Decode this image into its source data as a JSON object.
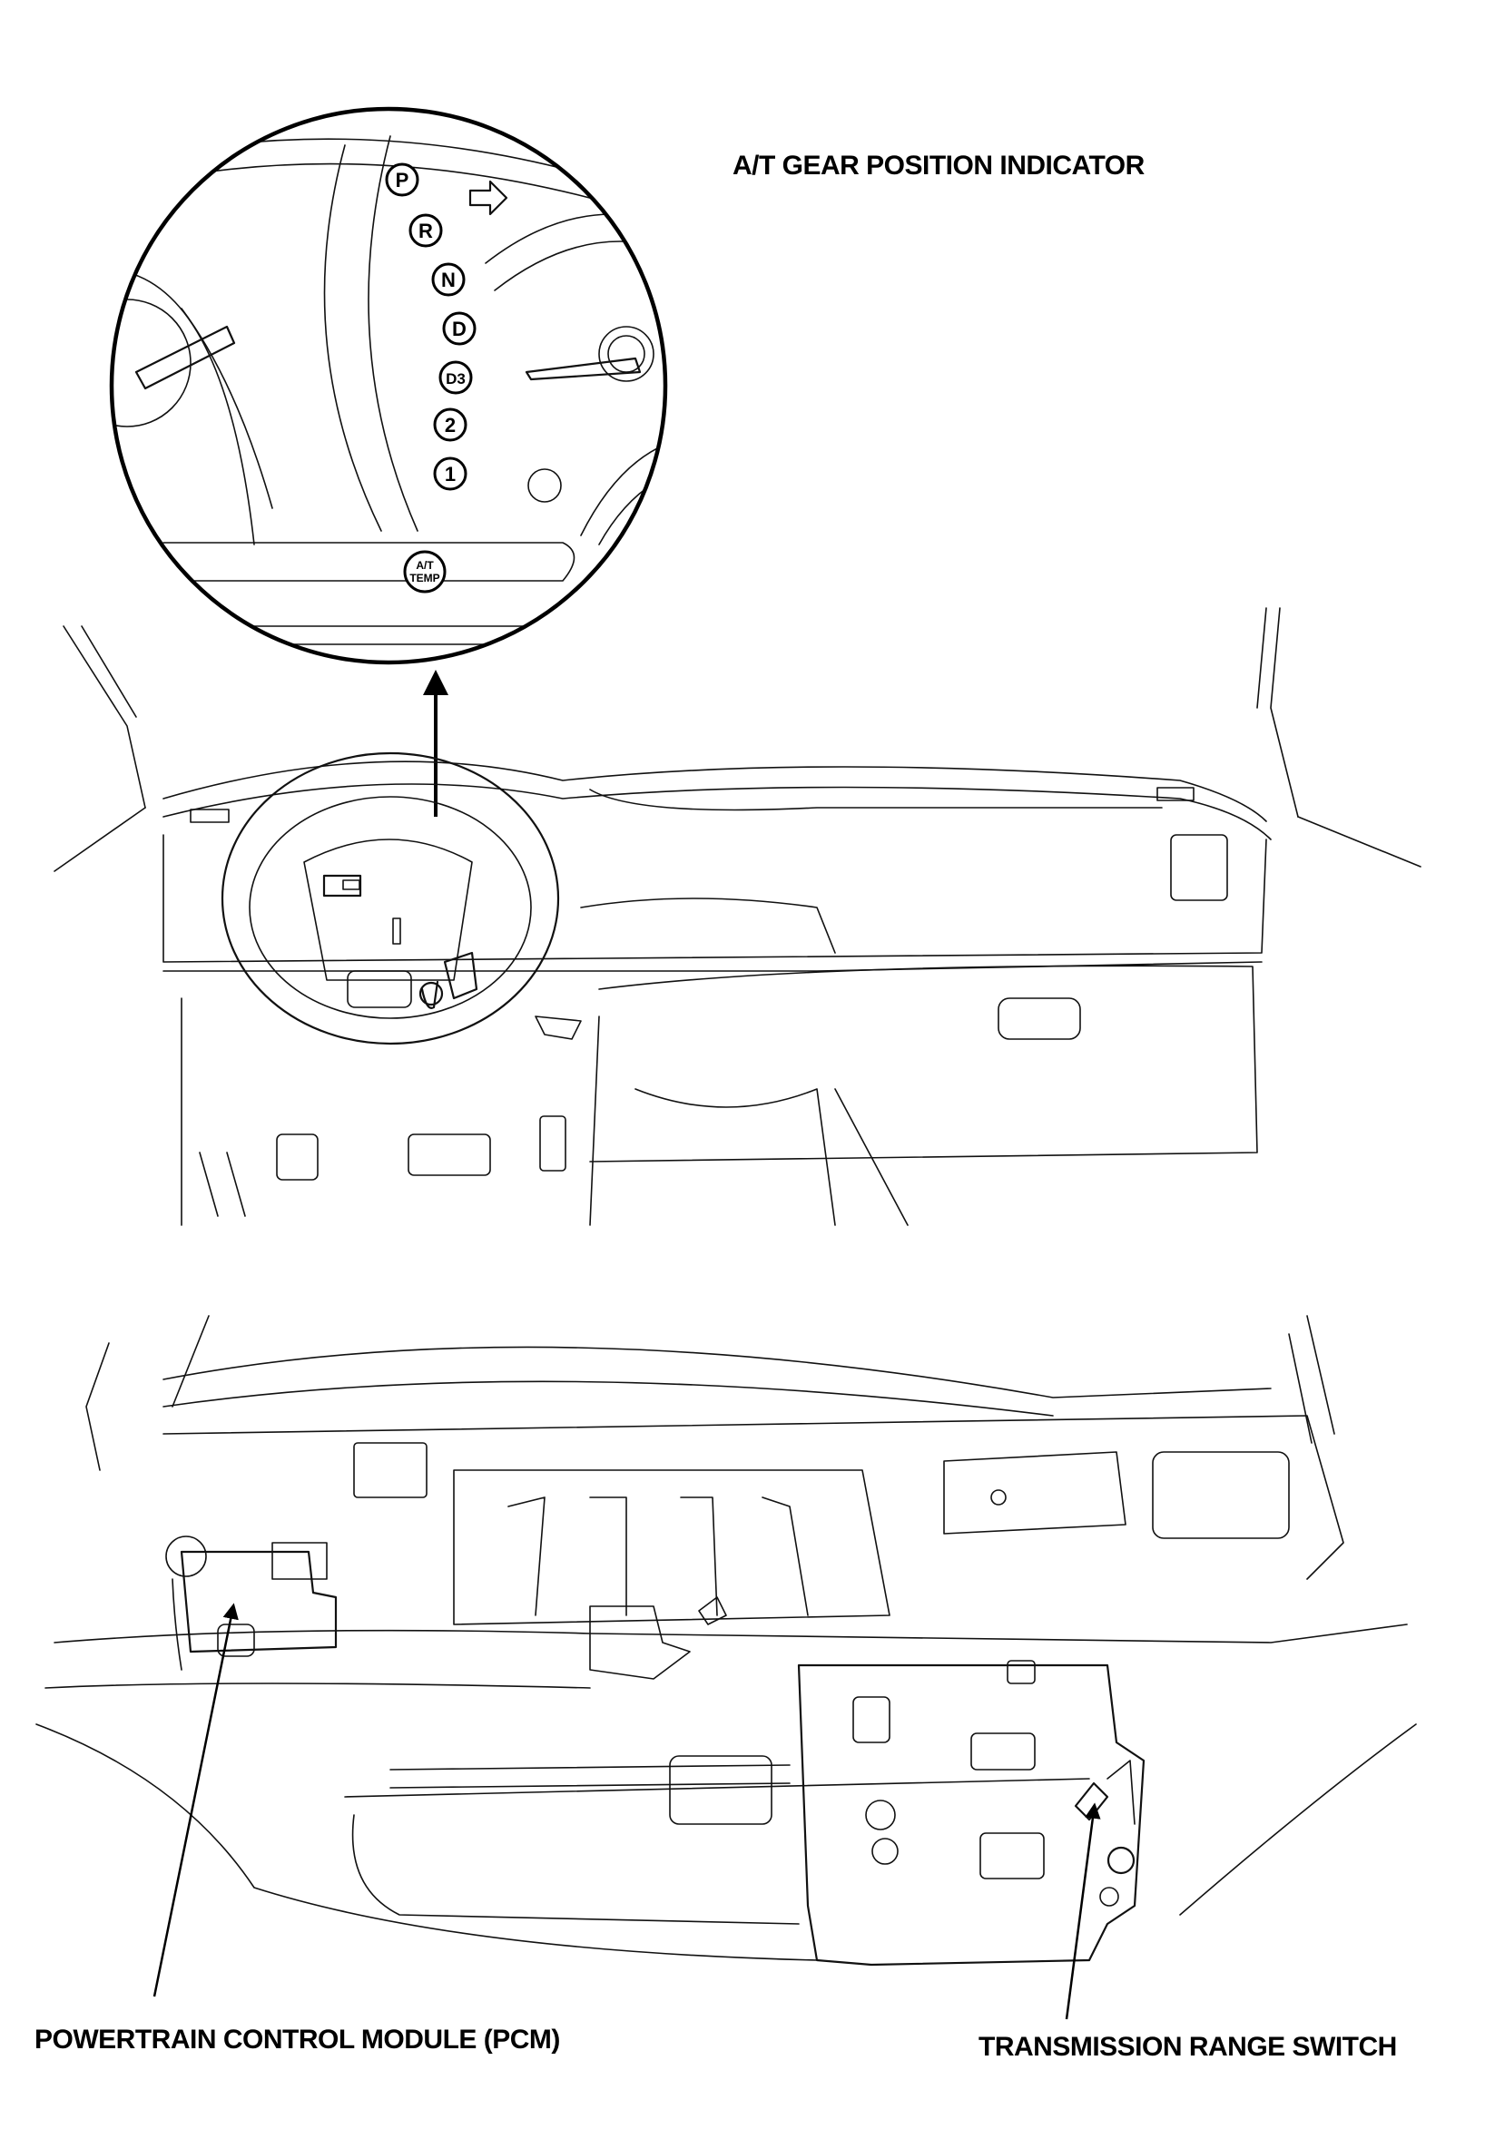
{
  "labels": {
    "gear_indicator": "A/T GEAR POSITION INDICATOR",
    "pcm": "POWERTRAIN CONTROL MODULE (PCM)",
    "range_switch": "TRANSMISSION RANGE SWITCH"
  },
  "gear_positions": [
    "P",
    "R",
    "N",
    "D",
    "D3",
    "2",
    "1"
  ],
  "temp_lamp": [
    "A/T",
    "TEMP"
  ]
}
